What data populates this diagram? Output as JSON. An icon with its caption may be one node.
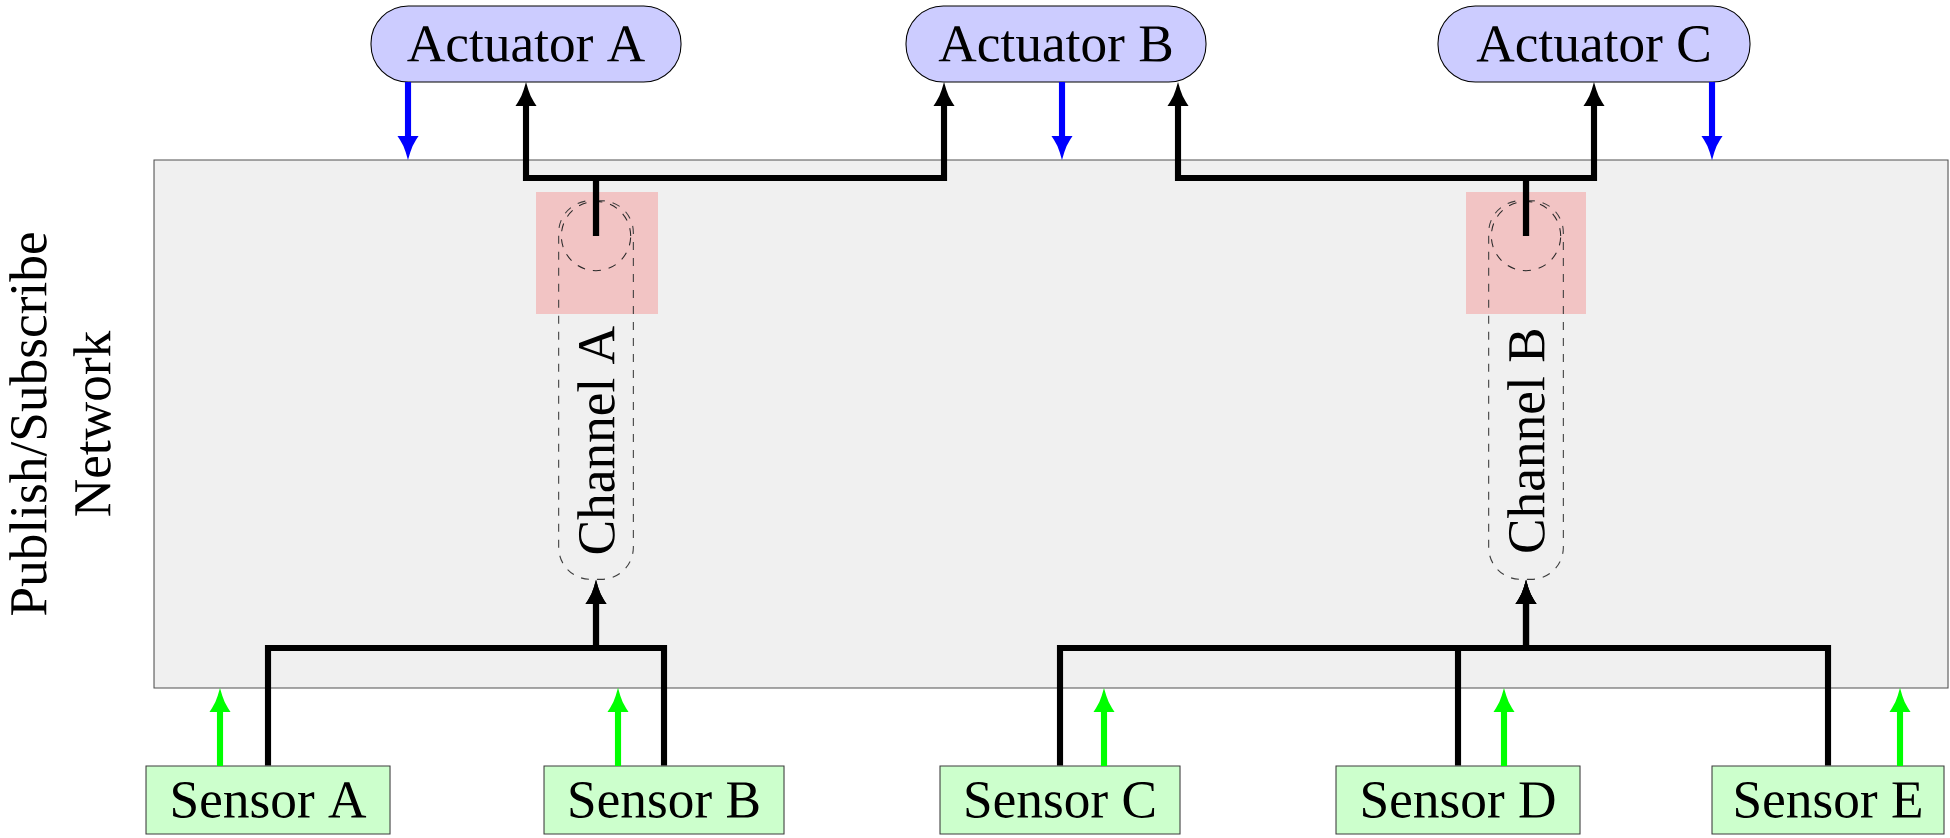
{
  "diagram": {
    "nodes": [
      {
        "text": [
          "Actuator A"
        ]
      },
      {
        "text": [
          "Actuator B"
        ]
      },
      {
        "text": [
          "Actuator C"
        ]
      },
      {
        "text": [
          "Publish/Subscribe Network"
        ]
      },
      {
        "text": [
          "Channel A"
        ],
        "in": 3
      },
      {
        "text": [],
        "shape": "circle",
        "in": 4
      },
      {
        "text": [
          "Channel B"
        ],
        "in": 3
      },
      {
        "text": [],
        "shape": "circle",
        "in": 6
      },
      {
        "text": [
          "Sensor A"
        ]
      },
      {
        "text": [
          "Sensor B"
        ]
      },
      {
        "text": [
          "Sensor C"
        ]
      },
      {
        "text": [
          "Sensor D"
        ]
      },
      {
        "text": [
          "Sensor E"
        ]
      }
    ],
    "edges": [
      {
        "from": 8,
        "to": 4,
        "arrow": "to"
      },
      {
        "from": 9,
        "to": 4,
        "arrow": "to"
      },
      {
        "from": 5,
        "to": 0,
        "arrow": "to"
      },
      {
        "from": 5,
        "to": 1,
        "arrow": "to"
      },
      {
        "from": 7,
        "to": 1,
        "arrow": "to"
      },
      {
        "from": 7,
        "to": 2,
        "arrow": "to"
      },
      {
        "from": 10,
        "to": 6,
        "arrow": "to"
      },
      {
        "from": 11,
        "to": 6,
        "arrow": "to"
      },
      {
        "from": 12,
        "to": 6,
        "arrow": "to"
      },
      {
        "from": 0,
        "to": 3,
        "arrow": "to",
        "color": "#0000ff"
      },
      {
        "from": 1,
        "to": 3,
        "arrow": "to",
        "color": "#0000ff"
      },
      {
        "from": 2,
        "to": 3,
        "arrow": "to",
        "color": "#0000ff"
      },
      {
        "from": 8,
        "to": 3,
        "arrow": "to",
        "color": "#00ff00"
      },
      {
        "from": 9,
        "to": 3,
        "arrow": "to",
        "color": "#00ff00"
      },
      {
        "from": 10,
        "to": 3,
        "arrow": "to",
        "color": "#00ff00"
      },
      {
        "from": 11,
        "to": 3,
        "arrow": "to",
        "color": "#00ff00"
      },
      {
        "from": 12,
        "to": 3,
        "arrow": "to",
        "color": "#00ff00"
      }
    ]
  }
}
